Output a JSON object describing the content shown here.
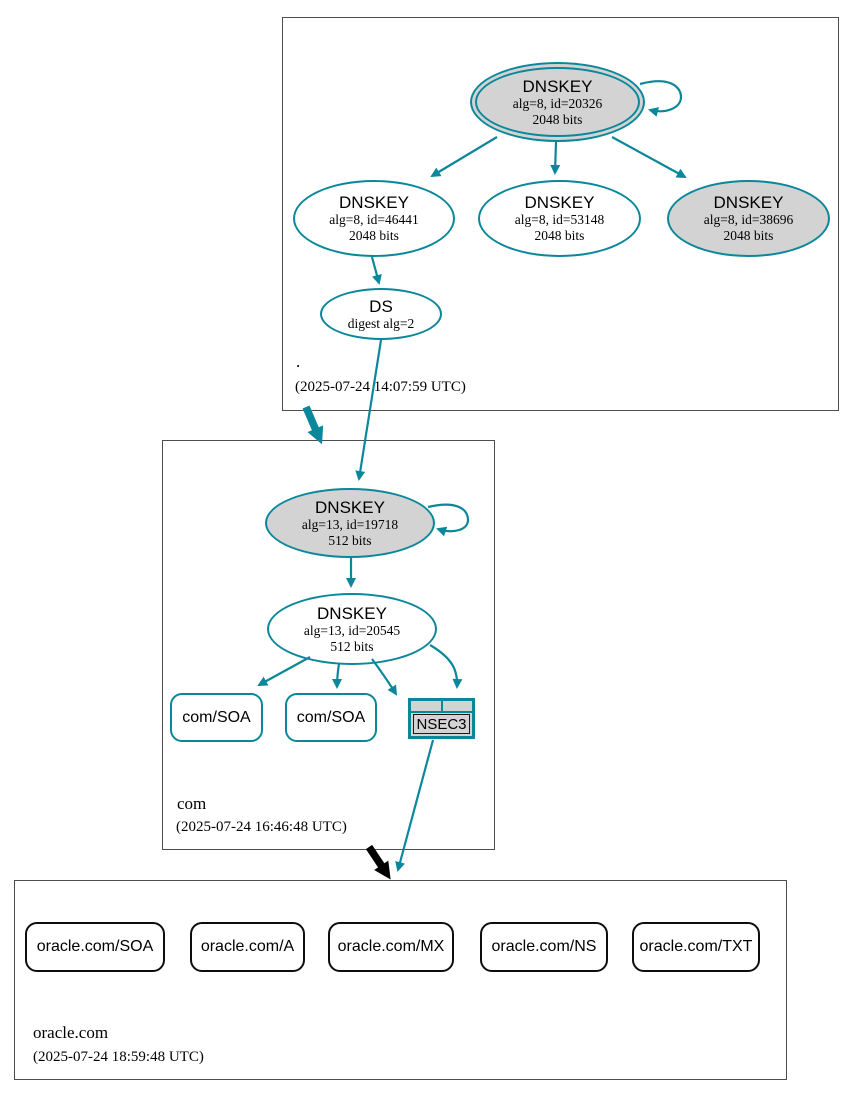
{
  "colors": {
    "secure": "#0a879a",
    "node_fill_gray": "#d3d3d3",
    "node_fill_white": "#ffffff",
    "zone_border": "#4d4d4d",
    "black": "#000000"
  },
  "zones": {
    "root": {
      "label": ".",
      "timestamp": "(2025-07-24 14:07:59 UTC)"
    },
    "com": {
      "label": "com",
      "timestamp": "(2025-07-24 16:46:48 UTC)"
    },
    "oracle": {
      "label": "oracle.com",
      "timestamp": "(2025-07-24 18:59:48 UTC)"
    }
  },
  "nodes": {
    "ksk_20326": {
      "title": "DNSKEY",
      "detail1": "alg=8, id=20326",
      "detail2": "2048 bits"
    },
    "dnskey_46441": {
      "title": "DNSKEY",
      "detail1": "alg=8, id=46441",
      "detail2": "2048 bits"
    },
    "dnskey_53148": {
      "title": "DNSKEY",
      "detail1": "alg=8, id=53148",
      "detail2": "2048 bits"
    },
    "dnskey_38696": {
      "title": "DNSKEY",
      "detail1": "alg=8, id=38696",
      "detail2": "2048 bits"
    },
    "ds_root": {
      "title": "DS",
      "detail1": "digest alg=2"
    },
    "dnskey_19718": {
      "title": "DNSKEY",
      "detail1": "alg=13, id=19718",
      "detail2": "512 bits"
    },
    "dnskey_20545": {
      "title": "DNSKEY",
      "detail1": "alg=13, id=20545",
      "detail2": "512 bits"
    },
    "com_soa_1": {
      "label": "com/SOA"
    },
    "com_soa_2": {
      "label": "com/SOA"
    },
    "nsec3": {
      "label": "NSEC3"
    },
    "oracle_soa": {
      "label": "oracle.com/SOA"
    },
    "oracle_a": {
      "label": "oracle.com/A"
    },
    "oracle_mx": {
      "label": "oracle.com/MX"
    },
    "oracle_ns": {
      "label": "oracle.com/NS"
    },
    "oracle_txt": {
      "label": "oracle.com/TXT"
    }
  },
  "edges": [
    {
      "from": "ksk_20326",
      "to": "ksk_20326",
      "type": "self-sign"
    },
    {
      "from": "ksk_20326",
      "to": "dnskey_46441",
      "type": "sign"
    },
    {
      "from": "ksk_20326",
      "to": "dnskey_53148",
      "type": "sign"
    },
    {
      "from": "ksk_20326",
      "to": "dnskey_38696",
      "type": "sign"
    },
    {
      "from": "dnskey_46441",
      "to": "ds_root",
      "type": "sign"
    },
    {
      "from": "ds_root",
      "to": "dnskey_19718",
      "type": "delegation-secure"
    },
    {
      "from": "zone_root",
      "to": "zone_com",
      "type": "zone-arrow-secure"
    },
    {
      "from": "dnskey_19718",
      "to": "dnskey_19718",
      "type": "self-sign"
    },
    {
      "from": "dnskey_19718",
      "to": "dnskey_20545",
      "type": "sign"
    },
    {
      "from": "dnskey_20545",
      "to": "com_soa_1",
      "type": "sign"
    },
    {
      "from": "dnskey_20545",
      "to": "com_soa_2",
      "type": "sign"
    },
    {
      "from": "dnskey_20545",
      "to": "nsec3",
      "type": "sign"
    },
    {
      "from": "dnskey_20545",
      "to": "nsec3",
      "type": "sign"
    },
    {
      "from": "nsec3",
      "to": "zone_oracle",
      "type": "proof"
    },
    {
      "from": "zone_com",
      "to": "zone_oracle",
      "type": "zone-arrow-insecure"
    }
  ]
}
